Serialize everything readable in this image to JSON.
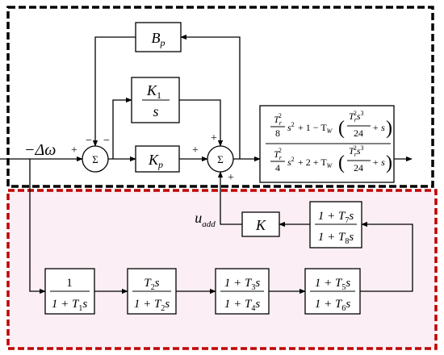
{
  "diagram": {
    "input_label": "−Δω",
    "blocks": {
      "bp": {
        "main": "B",
        "sub": "p"
      },
      "ki": {
        "num_main": "K",
        "num_sub": "1",
        "den": "s"
      },
      "kp": {
        "main": "K",
        "sub": "p"
      },
      "k": {
        "main": "K"
      },
      "f1": {
        "num": "1",
        "den_a": "1 + T",
        "den_sub": "1",
        "den_b": "s"
      },
      "f2": {
        "num_a": "T",
        "num_sub": "2",
        "num_b": "s",
        "den_a": "1 + T",
        "den_sub": "2",
        "den_b": "s"
      },
      "f3": {
        "num_a": "1 + T",
        "num_sub": "3",
        "num_b": "s",
        "den_a": "1 + T",
        "den_sub": "4",
        "den_b": "s"
      },
      "f4": {
        "num_a": "1 + T",
        "num_sub": "5",
        "num_b": "s",
        "den_a": "1 + T",
        "den_sub": "6",
        "den_b": "s"
      },
      "f5": {
        "num_a": "1 + T",
        "num_sub": "7",
        "num_b": "s",
        "den_a": "1 + T",
        "den_sub": "8",
        "den_b": "s"
      },
      "turbine": {
        "tr": "T",
        "tr_sub": "r",
        "tr_sup": "2",
        "eight": "8",
        "four": "4",
        "s2": "s",
        "s2_sup": "2",
        "num_mid": "+ 1 − T",
        "den_mid": "+ 2 + T",
        "tw_sub": "W",
        "s3": "s",
        "s3_sup": "3",
        "twentyfour": "24",
        "plus_s": "+ s"
      }
    },
    "sum_symbol": "Σ",
    "signs": {
      "s1_input": "+",
      "s1_feedback": "−",
      "s1_integrator": "−",
      "s2_kp": "+",
      "s2_integrator": "+",
      "s2_uadd": "+"
    },
    "u_add": {
      "main": "u",
      "sub": "add"
    },
    "colors": {
      "upper_box": "#000000",
      "lower_box": "#c00000",
      "lower_fill": "#fbeef4"
    }
  }
}
